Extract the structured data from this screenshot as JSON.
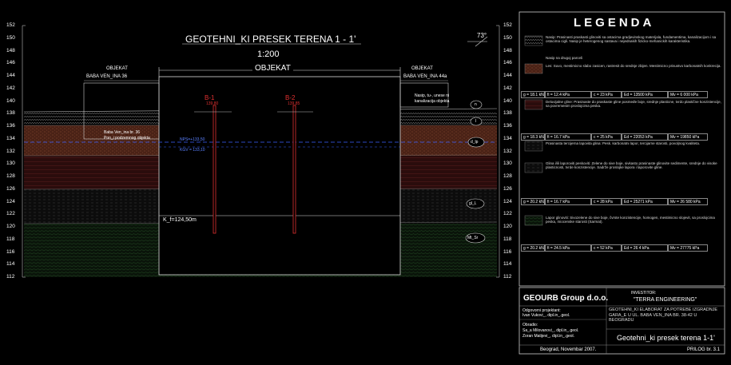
{
  "title": "GEOTEHNI_KI PRESEK TERENA   1 - 1'",
  "scale": "1:200",
  "angle": "73°",
  "objekat_main": "OBJEKAT",
  "objekat_left": {
    "line1": "OBJEKAT",
    "line2": "BABA VEN_INA 36"
  },
  "objekat_right": {
    "line1": "OBJEKAT",
    "line2": "BABA VEN_INA 44a"
  },
  "right_note": {
    "line1": "Nasip, tu-, unese ni",
    "line2": "kanalizacija objekta"
  },
  "elevations": [
    "152",
    "150",
    "148",
    "146",
    "144",
    "142",
    "140",
    "138",
    "136",
    "134",
    "132",
    "130",
    "128",
    "126",
    "124",
    "122",
    "120",
    "118",
    "116",
    "114",
    "112"
  ],
  "boreholes": [
    {
      "id": "B-1",
      "elev": "139,80"
    },
    {
      "id": "B-2",
      "elev": "139,85"
    }
  ],
  "water_levels": {
    "nps": "NPS=+133,50",
    "kgv": "KGV = 133,10"
  },
  "foundation": "K_f=124,50m",
  "layer_labels": [
    "n",
    "l",
    "d_lp",
    "gl_L",
    "Mt_Sr"
  ],
  "left_layer_notes": [
    "Baba Ven_ina br. 36",
    "Pon_i podzemnog objekta"
  ],
  "legend": {
    "title": "LEGENDA",
    "blocks": [
      "Nasip: Prasinasti praskasti glinoviti sa ostacima gradjevinskog materijala, fundamentima, kanalizacijom i sa ostacima cigli. Nasip je heterogenog sastava i nejednakih fizicko-mehanickih karakteristika.",
      "Nasip na drugoj parceli",
      "Les: Suvo, mestimicno slabo zasicen, rastresit do srednje zbijen. Mestimicno prisustvo karbonatnih konkrecija.",
      "Deluvijalne gline: Prasinaste do praskaste gline posmeđe boje, srednje plasticne, tvrdo plastične konzistencije, sa povremenim proslojcima peska.",
      "Prasinasta tercijerna lapovita glina: Pesk. karbonatni lapor, tercijarne starosti, povoljnog kvaliteta.",
      "Glina i/ili laporoviti peskoviti: Zelene do sive boje, sivkasto prasinaste glinovite sedimente, srednje do visoke plasticnosti, tvrde konzistencije. Sadrže proslojke lapora i laporovite gline.",
      "Lapor glinoviti: Sivozelene do sive boje, čvrste konzistencije, homogen, mestimicno slojevit, sa proslojcima peska, miocenske starosti (Sarmat)."
    ],
    "params": [
      [
        "g = 18.1 kN/m3",
        "fi = 12.4 kPa",
        "c = 23 kPa",
        "Ed = 13500 kPa",
        "Mv = 6 000 kPa"
      ],
      [
        "g = 18.3 kN/m3",
        "fi = 16.7 kPa",
        "c = 25 kPa",
        "Ed = 22053 kPa",
        "Mv = 19850 kPa"
      ],
      [
        "g = 20.2 kN/m3",
        "fi = 16.7 kPa",
        "c = 28 kPa",
        "Ed = 25271 kPa",
        "Mv = 26 580 kPa"
      ],
      [
        "g = 20.2 kN/m3",
        "fi = 24.5 kPa",
        "c = 52 kPa",
        "Ed = 26 4 kPa",
        "Mv = 27775 kPa"
      ]
    ]
  },
  "title_block": {
    "company": "GEOURB Group d.o.o.",
    "investor_label": "INVESTITOR:",
    "investor": "\"TERRA ENGINEERING\"",
    "project": "GEOTEHNI_KI ELABORAT ZA POTREBE IZGRADNJE GARA_E U UL. BABA VEN_INA BR. 38-42 U BEOGRADU",
    "drawing": "Geotehni_ki presek terena 1-1'",
    "staff": [
      "Odgovorni projektant:",
      "Ivan Vukovi_, dipl.in_.geol.",
      "Obradio:",
      "Sa_a Milovanovi_, dipl.in_.geol.",
      "Zoran Matijevi_, dipl.in_.geol."
    ],
    "date": "Beograd, Novembar 2007.",
    "sheet": "PRILOG br. 3.1"
  }
}
